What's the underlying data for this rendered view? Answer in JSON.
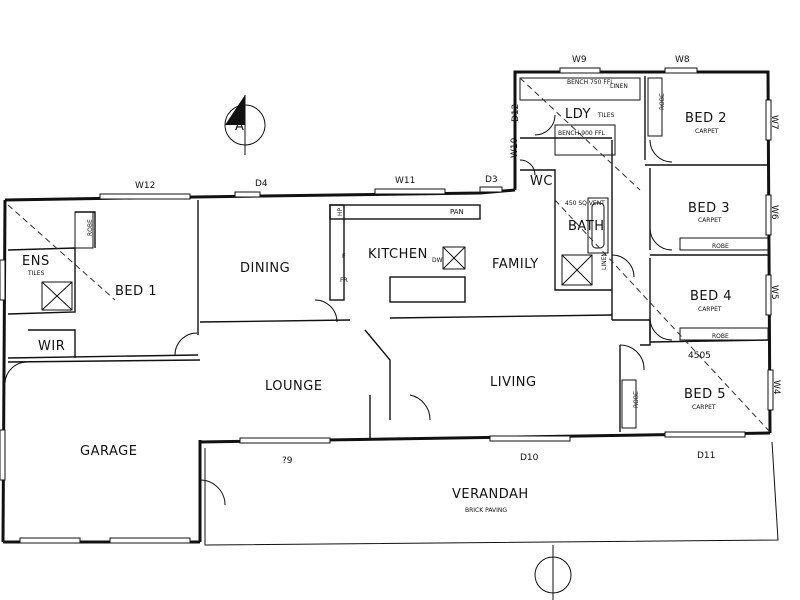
{
  "rooms": {
    "bed1": "BED 1",
    "ens": "ENS",
    "ens_tiles": "TILES",
    "wir": "WIR",
    "garage": "GARAGE",
    "dining": "DINING",
    "kitchen": "KITCHEN",
    "family": "FAMILY",
    "lounge": "LOUNGE",
    "living": "LIVING",
    "verandah": "VERANDAH",
    "verandah_sub": "BRICK PAVING",
    "ldy": "LDY",
    "ldy_tiles": "TILES",
    "wc": "WC",
    "bath": "BATH",
    "bed2": "BED 2",
    "bed3": "BED 3",
    "bed4": "BED 4",
    "bed5": "BED 5",
    "carpet": "CARPET"
  },
  "fixtures": {
    "robe": "ROBE",
    "pan": "PAN",
    "dw": "DW",
    "fr": "FR",
    "f": "F",
    "hp": "HP",
    "linen": "LINEN",
    "bench_750": "BENCH 750 FFL",
    "bench_900": "BENCH-900 FFL",
    "vent": "450 SQ VENT"
  },
  "windows": {
    "w12": "W12",
    "d4": "D4",
    "w11": "W11",
    "d3": "D3",
    "w10": "W10",
    "d12": "D12",
    "w9": "W9",
    "w8": "W8",
    "w7": "W7",
    "w6": "W6",
    "w5": "W5",
    "w4": "W4",
    "w3": "?9",
    "d10": "D10",
    "d11": "D11"
  },
  "dimension": "4505",
  "section_marker": "A"
}
